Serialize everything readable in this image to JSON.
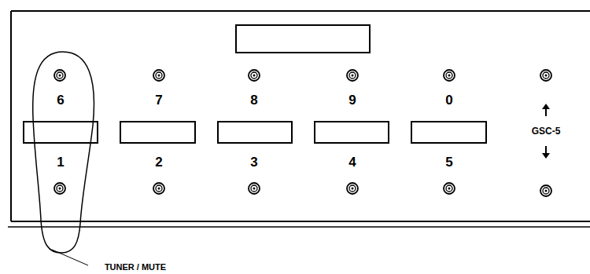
{
  "diagram": {
    "labels": [
      "6",
      "7",
      "8",
      "9",
      "0",
      "1",
      "2",
      "3",
      "4",
      "5",
      "GSC-5",
      "TUNER / MUTE"
    ]
  }
}
